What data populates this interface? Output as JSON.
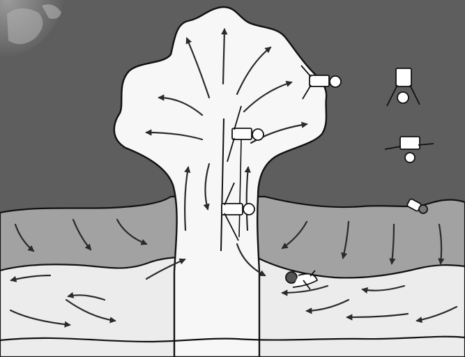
{
  "scene": {
    "colors": {
      "sky": "#5e5e5e",
      "earth": "#3a3a3a",
      "earth_highlight": "#9a9a9a",
      "middle_layer": "#a2a2a2",
      "plume": "#f7f7f7",
      "ground": "#ececec",
      "outline": "#111111",
      "arrow": "#2a2a2a"
    },
    "figures": [
      "person-figure-at-plume-top-right",
      "person-figure-rising-upper",
      "person-figure-rising-lower",
      "person-figure-swimming-in-base",
      "person-figure-diving-far-right",
      "person-figure-floating-far-right",
      "person-figure-on-layer-surface"
    ],
    "icons": [
      "earth-globe-icon"
    ]
  }
}
